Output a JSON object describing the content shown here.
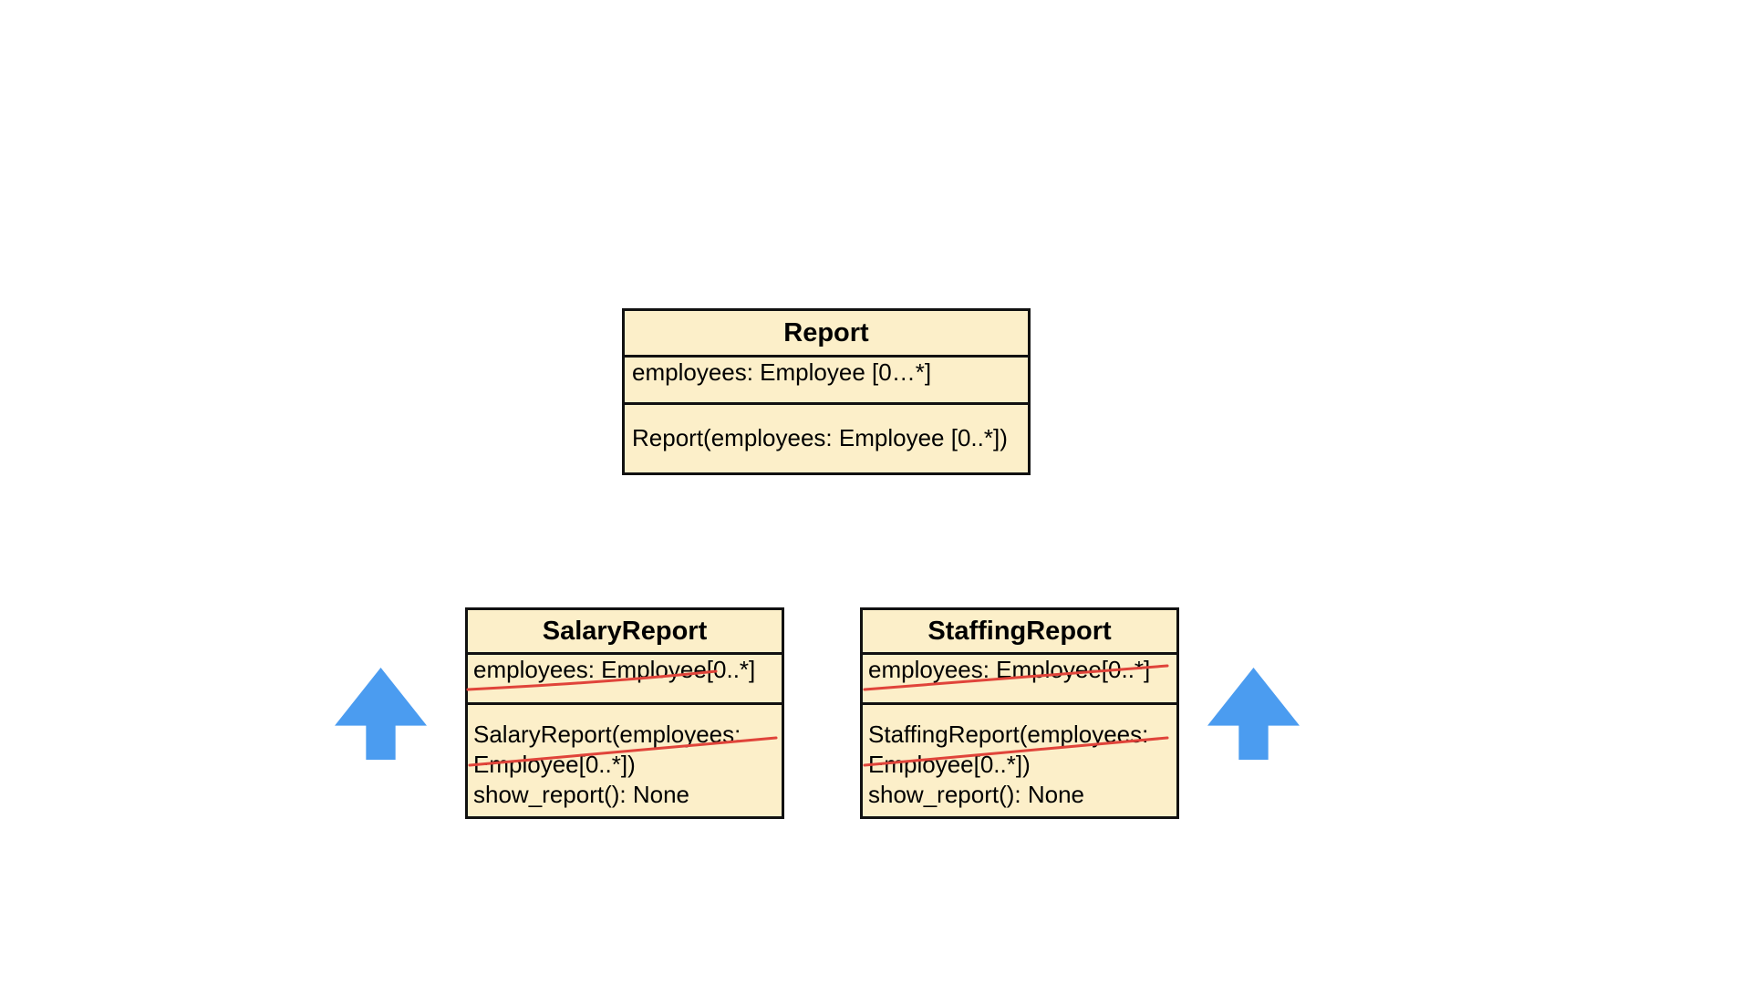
{
  "colors": {
    "class_fill": "#fcefc9",
    "class_border": "#111111",
    "strike": "#e0443a",
    "arrow": "#4b9cf0"
  },
  "classes": {
    "report": {
      "name": "Report",
      "attributes": [
        "employees: Employee [0…*]"
      ],
      "operations": [
        "Report(employees: Employee [0..*])"
      ]
    },
    "salary_report": {
      "name": "SalaryReport",
      "attributes": [
        "employees: Employee[0..*]"
      ],
      "attributes_struck": true,
      "operations": [
        "SalaryReport(employees:",
        "Employee[0..*])",
        "show_report(): None"
      ],
      "constructor_struck": true
    },
    "staffing_report": {
      "name": "StaffingReport",
      "attributes": [
        "employees: Employee[0..*]"
      ],
      "attributes_struck": true,
      "operations": [
        "StaffingReport(employees:",
        "Employee[0..*])",
        "show_report(): None"
      ],
      "constructor_struck": true
    }
  },
  "arrows": [
    {
      "name": "up-arrow-left",
      "direction": "up",
      "icon": "up-arrow-icon"
    },
    {
      "name": "up-arrow-right",
      "direction": "up",
      "icon": "up-arrow-icon"
    }
  ]
}
